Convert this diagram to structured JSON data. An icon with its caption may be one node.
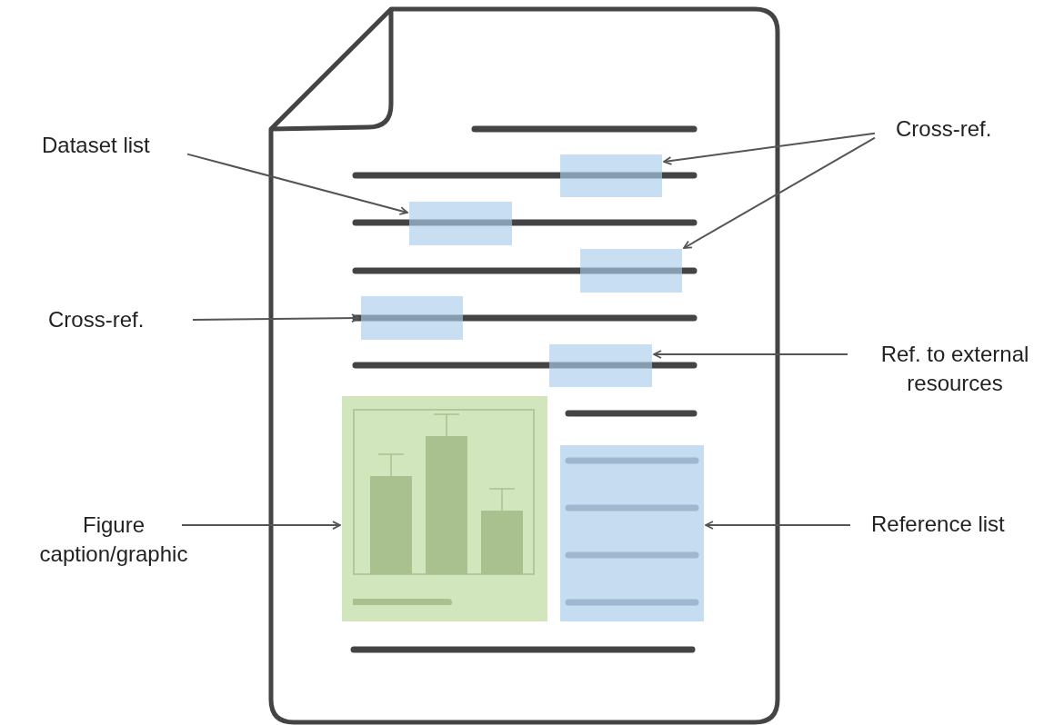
{
  "diagram": {
    "nodes": [
      {
        "text": [
          "Dataset list"
        ]
      },
      {
        "text": [
          "Cross-ref."
        ]
      },
      {
        "text": [
          "Cross-ref."
        ]
      },
      {
        "text": [
          "Ref. to external resources"
        ]
      },
      {
        "text": [
          "Figure caption/graphic"
        ]
      },
      {
        "text": [
          "Reference list"
        ]
      },
      {
        "text": [],
        "shape": "box"
      },
      {
        "text": [],
        "shape": "box"
      },
      {
        "text": [],
        "shape": "box"
      },
      {
        "text": [],
        "shape": "box"
      },
      {
        "text": [],
        "shape": "box"
      },
      {
        "text": [],
        "shape": "box"
      },
      {
        "text": [],
        "shape": "box"
      }
    ],
    "edges": [
      {
        "from": 0,
        "to": 7,
        "arrow": "to"
      },
      {
        "from": 1,
        "to": 6,
        "arrow": "to"
      },
      {
        "from": 1,
        "to": 8,
        "arrow": "to"
      },
      {
        "from": 2,
        "to": 9,
        "arrow": "to"
      },
      {
        "from": 3,
        "to": 10,
        "arrow": "to"
      },
      {
        "from": 4,
        "to": 11,
        "arrow": "to"
      },
      {
        "from": 5,
        "to": 12,
        "arrow": "to"
      }
    ]
  }
}
